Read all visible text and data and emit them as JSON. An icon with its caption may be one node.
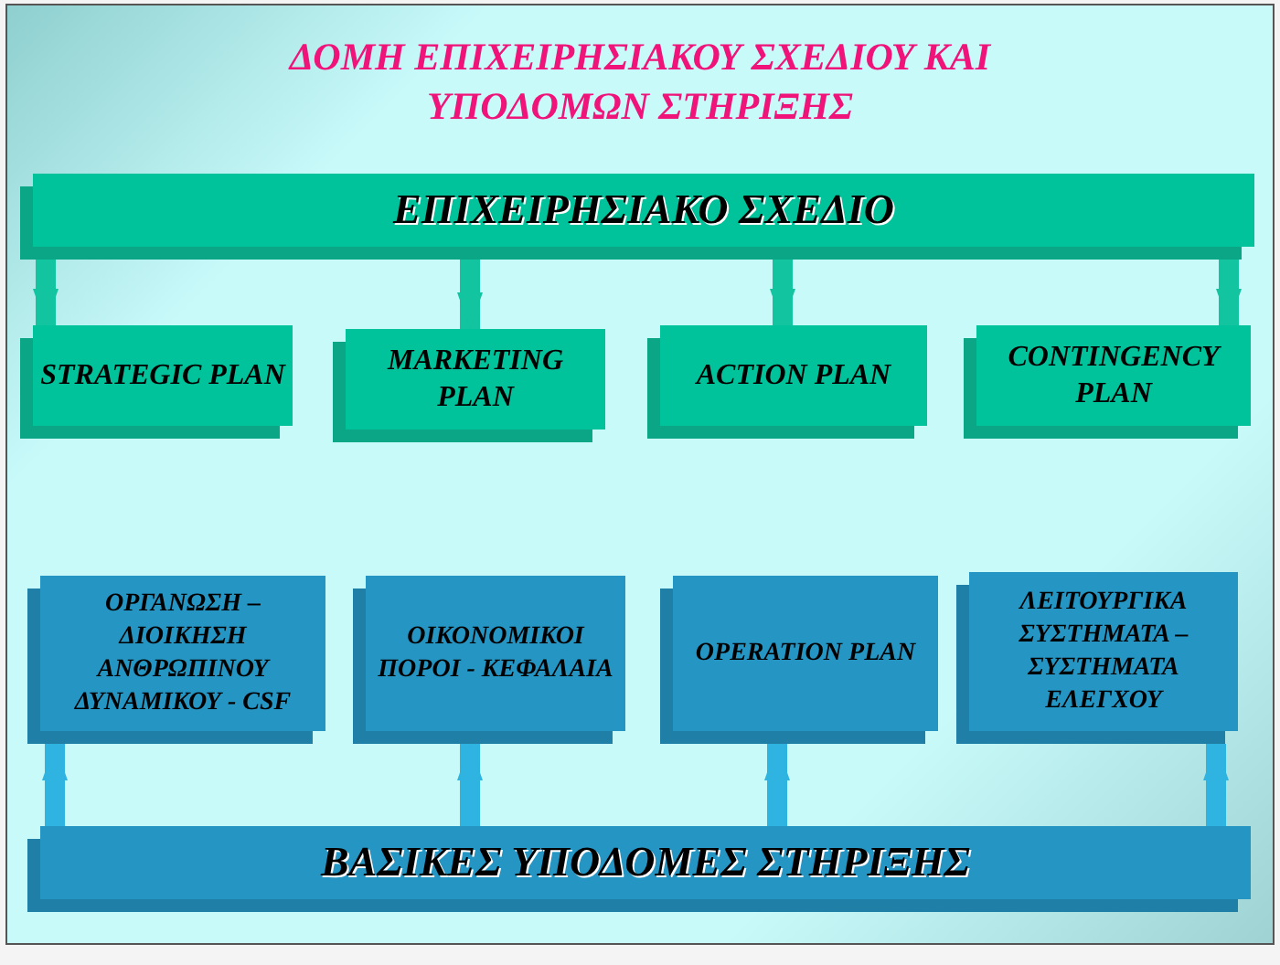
{
  "diagram": {
    "title": "ΔΟΜΗ ΕΠΙΧΕΙΡΗΣΙΑΚΟΥ ΣΧΕΔΙΟΥ ΚΑΙ ΥΠΟΔΟΜΩΝ ΣΤΗΡΙΞΗΣ",
    "nodes": [
      {
        "text": [
          "ΕΠΙΧΕΙΡΗΣΙΑΚΟ ΣΧΕΔΙΟ"
        ]
      },
      {
        "text": [
          "STRATEGIC PLAN"
        ]
      },
      {
        "text": [
          "MARKETING PLAN"
        ]
      },
      {
        "text": [
          "ACTION PLAN"
        ]
      },
      {
        "text": [
          "CONTINGENCY PLAN"
        ]
      },
      {
        "text": [
          "ΟΡΓΑΝΩΣΗ – ΔΙΟΙΚΗΣΗ ΑΝΘΡΩΠΙΝΟΥ ΔΥΝΑΜΙΚΟΥ - CSF"
        ]
      },
      {
        "text": [
          "ΟΙΚΟΝΟΜΙΚΟΙ ΠΟΡΟΙ - ΚΕΦΑΛΑΙΑ"
        ]
      },
      {
        "text": [
          "OPERATION PLAN"
        ]
      },
      {
        "text": [
          "ΛΕΙΤΟΥΡΓΙΚΑ ΣΥΣΤΗΜΑΤΑ – ΣΥΣΤΗΜΑΤΑ ΕΛΕΓΧΟΥ"
        ]
      },
      {
        "text": [
          "ΒΑΣΙΚΕΣ ΥΠΟΔΟΜΕΣ ΣΤΗΡΙΞΗΣ"
        ]
      }
    ],
    "edges": [
      {
        "from": 0,
        "to": 1,
        "arrow": "to"
      },
      {
        "from": 0,
        "to": 2,
        "arrow": "to"
      },
      {
        "from": 0,
        "to": 3,
        "arrow": "to"
      },
      {
        "from": 0,
        "to": 4,
        "arrow": "to"
      },
      {
        "from": 9,
        "to": 5,
        "arrow": "to",
        "color": "#2fb3e0"
      },
      {
        "from": 9,
        "to": 6,
        "arrow": "to",
        "color": "#2fb3e0"
      },
      {
        "from": 9,
        "to": 7,
        "arrow": "to",
        "color": "#2fb3e0"
      },
      {
        "from": 9,
        "to": 8,
        "arrow": "to",
        "color": "#2fb3e0"
      }
    ]
  }
}
